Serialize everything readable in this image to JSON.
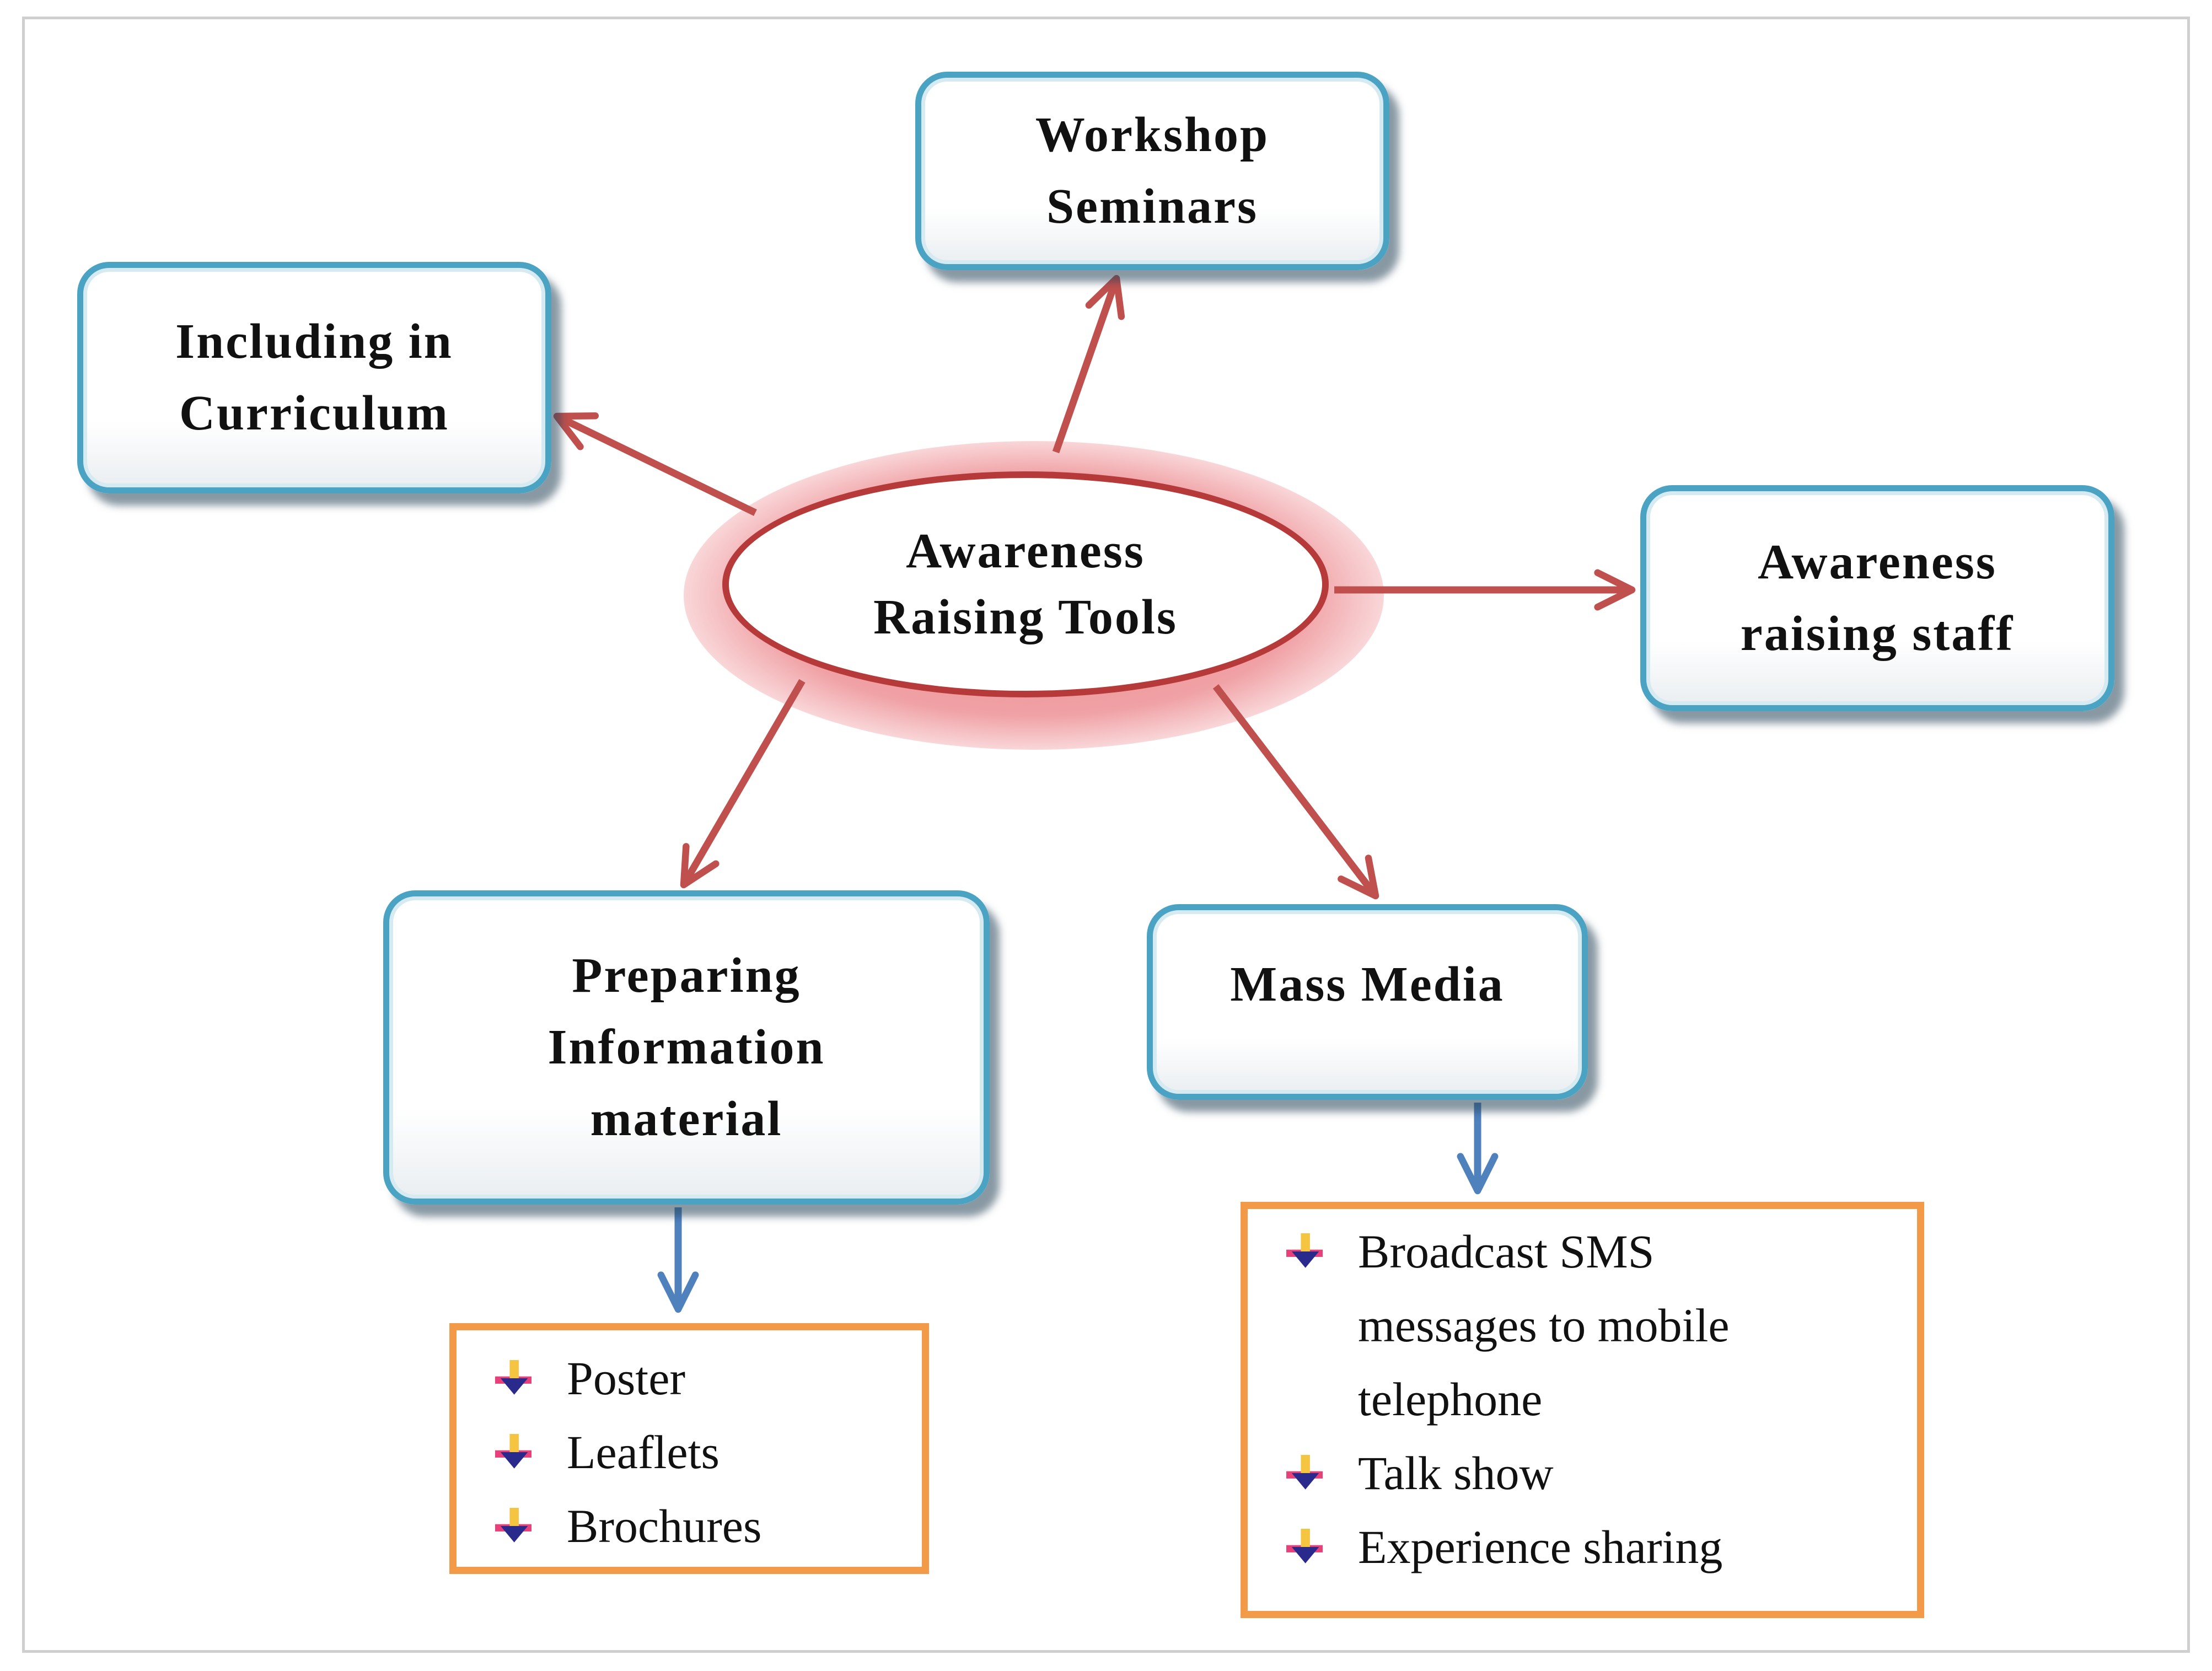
{
  "center": {
    "line1": "Awareness",
    "line2": "Raising Tools"
  },
  "nodes": {
    "curriculum": {
      "line1": "Including in",
      "line2": "Curriculum"
    },
    "workshop": {
      "line1": "Workshop",
      "line2": "Seminars"
    },
    "staff": {
      "line1": "Awareness",
      "line2": "raising staff"
    },
    "information": {
      "line1": "Preparing",
      "line2": "Information",
      "line3": "material"
    },
    "media": {
      "line1": "Mass Media"
    }
  },
  "lists": {
    "information_items": [
      "Poster",
      "Leaflets",
      "Brochures"
    ],
    "media_items": [
      "Broadcast SMS",
      "messages to mobile",
      "telephone",
      "Talk show",
      "Experience sharing"
    ]
  },
  "colors": {
    "box_border": "#4ba3c4",
    "center_border": "#b73a3a",
    "arrow_red": "#c0504d",
    "arrow_blue": "#4f81bd",
    "list_border": "#f29a48"
  }
}
